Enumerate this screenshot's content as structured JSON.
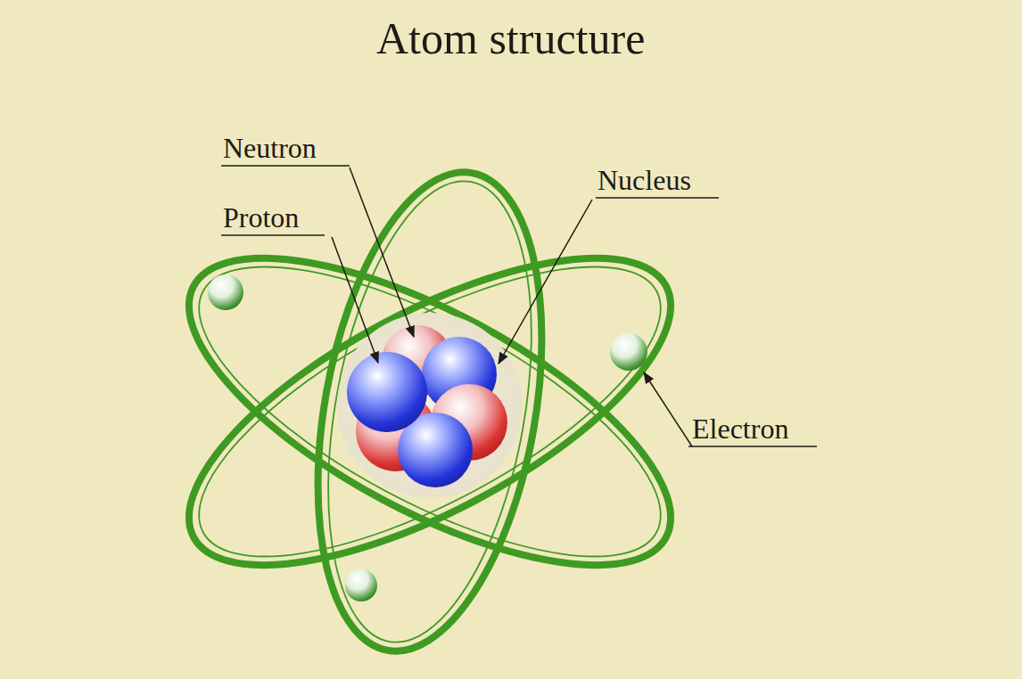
{
  "diagram": {
    "title": "Atom structure",
    "labels": [
      "Neutron",
      "Proton",
      "Nucleus",
      "Electron"
    ]
  }
}
